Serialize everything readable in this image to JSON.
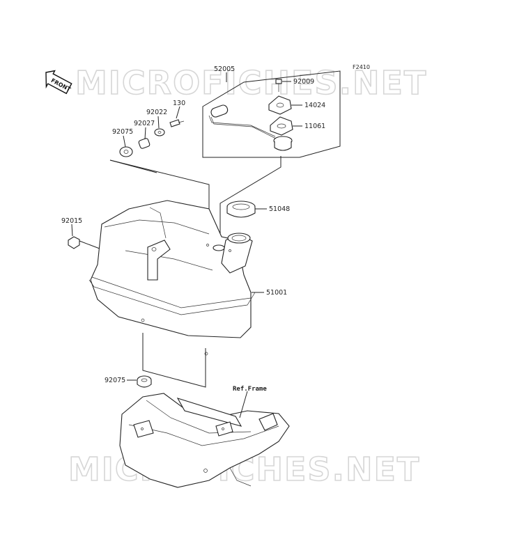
{
  "diagram_code": "F2410",
  "watermark": "MICROFICHES.NET",
  "front_badge": "FRONT",
  "reference": "Ref.Frame",
  "parts": {
    "p52005": "52005",
    "p92009": "92009",
    "p14024": "14024",
    "p11061": "11061",
    "p130": "130",
    "p92022": "92022",
    "p92027": "92027",
    "p92075_top": "92075",
    "p51048": "51048",
    "p92015": "92015",
    "p51001": "51001",
    "p92075_bottom": "92075"
  }
}
